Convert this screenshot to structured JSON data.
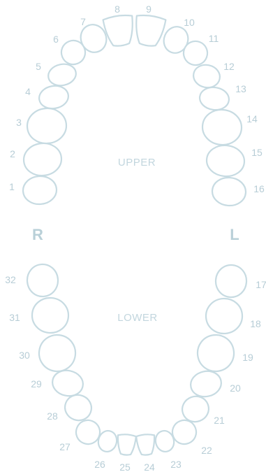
{
  "labels": {
    "upper": "UPPER",
    "lower": "LOWER",
    "right": "R",
    "left": "L"
  },
  "colors": {
    "outline": "#c7dbe2",
    "number": "#b7cdd6",
    "label": "#c2d6de",
    "side": "#b9d0d8"
  },
  "teeth": [
    {
      "number": "1"
    },
    {
      "number": "2"
    },
    {
      "number": "3"
    },
    {
      "number": "4"
    },
    {
      "number": "5"
    },
    {
      "number": "6"
    },
    {
      "number": "7"
    },
    {
      "number": "8"
    },
    {
      "number": "9"
    },
    {
      "number": "10"
    },
    {
      "number": "11"
    },
    {
      "number": "12"
    },
    {
      "number": "13"
    },
    {
      "number": "14"
    },
    {
      "number": "15"
    },
    {
      "number": "16"
    },
    {
      "number": "17"
    },
    {
      "number": "18"
    },
    {
      "number": "19"
    },
    {
      "number": "20"
    },
    {
      "number": "21"
    },
    {
      "number": "22"
    },
    {
      "number": "23"
    },
    {
      "number": "24"
    },
    {
      "number": "25"
    },
    {
      "number": "26"
    },
    {
      "number": "27"
    },
    {
      "number": "28"
    },
    {
      "number": "29"
    },
    {
      "number": "30"
    },
    {
      "number": "31"
    },
    {
      "number": "32"
    }
  ]
}
